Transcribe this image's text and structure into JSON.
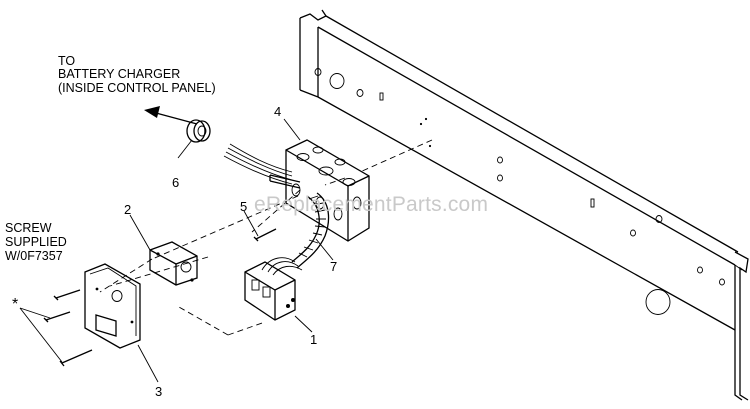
{
  "labels": {
    "battery_charger_line1": "TO",
    "battery_charger_line2": "BATTERY CHARGER",
    "battery_charger_line3": "(INSIDE CONTROL PANEL)",
    "screw_line1": "SCREW",
    "screw_line2": "SUPPLIED",
    "screw_line3": "W/0F7357",
    "asterisk": "*"
  },
  "callouts": {
    "c1": "1",
    "c2": "2",
    "c3": "3",
    "c4": "4",
    "c5": "5",
    "c6": "6",
    "c7": "7"
  },
  "watermark": "eReplacementParts.com"
}
